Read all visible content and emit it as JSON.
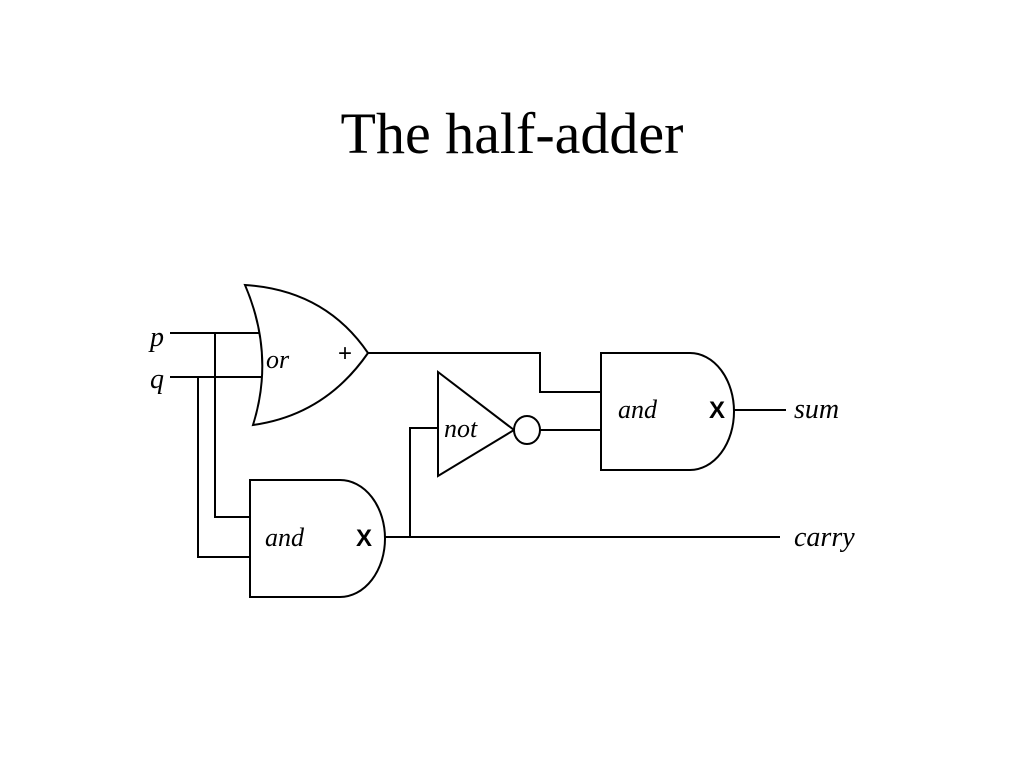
{
  "slide": {
    "title": "The half-adder"
  },
  "diagram": {
    "inputs": {
      "p": "p",
      "q": "q"
    },
    "outputs": {
      "sum": "sum",
      "carry": "carry"
    },
    "gates": {
      "or": {
        "name": "or",
        "symbol": "+"
      },
      "not": {
        "name": "not"
      },
      "and_sum": {
        "name": "and",
        "symbol": "X"
      },
      "and_carry": {
        "name": "and",
        "symbol": "X"
      }
    }
  }
}
